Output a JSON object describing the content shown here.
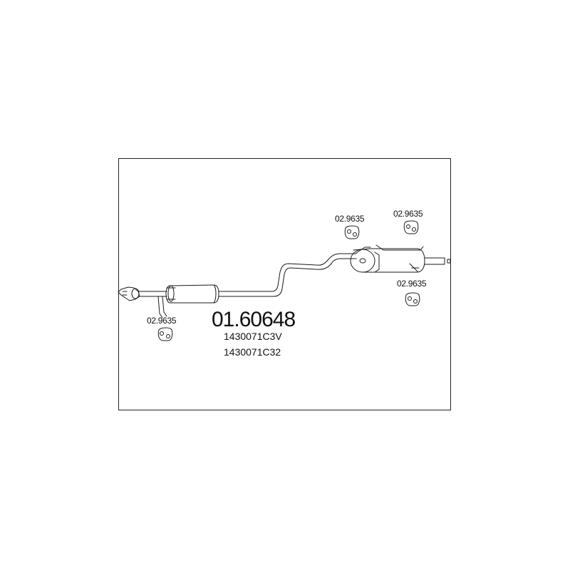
{
  "part_number": "01.60648",
  "oem_numbers": [
    "1430071C3V",
    "1430071C32"
  ],
  "hanger_labels": {
    "front": "02.9635",
    "rear_top_left": "02.9635",
    "rear_top_right": "02.9635",
    "rear_bottom": "02.9635"
  },
  "icons": [
    "exhaust-system-drawing",
    "rubber-hanger-icon"
  ],
  "colors": {
    "line": "#1a1a1a",
    "background": "#ffffff"
  }
}
